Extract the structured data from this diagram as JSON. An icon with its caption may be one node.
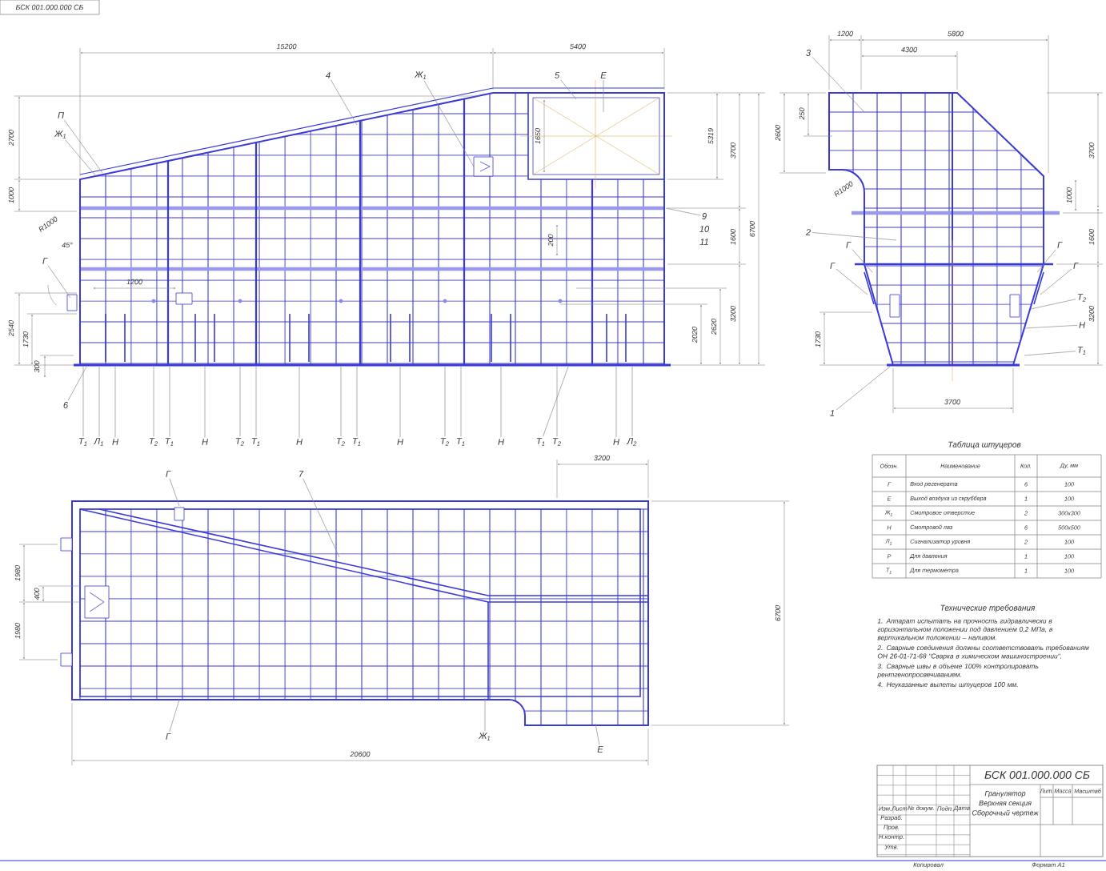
{
  "diagram": {
    "nodes": [
      {
        "text": [
          "4"
        ]
      },
      {
        "text": [
          "Ж$_{1}$"
        ]
      },
      {
        "text": [
          "5"
        ]
      },
      {
        "text": [
          "Е"
        ]
      },
      {
        "text": [
          "П"
        ]
      },
      {
        "text": [
          "Ж$_{1}$"
        ]
      },
      {
        "text": [
          "Г"
        ]
      },
      {
        "text": [
          "6"
        ]
      },
      {
        "text": [
          "9"
        ]
      },
      {
        "text": [
          "10"
        ]
      },
      {
        "text": [
          "11"
        ]
      },
      {
        "text": [
          "Т$_{1}$"
        ]
      },
      {
        "text": [
          "Л$_{1}$"
        ]
      },
      {
        "text": [
          "Н"
        ]
      },
      {
        "text": [
          "Т$_{2}$"
        ]
      },
      {
        "text": [
          "Т$_{1}$"
        ]
      },
      {
        "text": [
          "Н"
        ]
      },
      {
        "text": [
          "Т$_{2}$"
        ]
      },
      {
        "text": [
          "Т$_{1}$"
        ]
      },
      {
        "text": [
          "Н"
        ]
      },
      {
        "text": [
          "Т$_{2}$"
        ]
      },
      {
        "text": [
          "Т$_{1}$"
        ]
      },
      {
        "text": [
          "Н"
        ]
      },
      {
        "text": [
          "Т$_{2}$"
        ]
      },
      {
        "text": [
          "Т$_{1}$"
        ]
      },
      {
        "text": [
          "Н"
        ]
      },
      {
        "text": [
          "Т$_{1}$"
        ]
      },
      {
        "text": [
          "Т$_{2}$"
        ]
      },
      {
        "text": [
          "Н"
        ]
      },
      {
        "text": [
          "Л$_{2}$"
        ]
      },
      {
        "text": [
          "3"
        ]
      },
      {
        "text": [
          "2"
        ]
      },
      {
        "text": [
          "Г"
        ]
      },
      {
        "text": [
          "Г"
        ]
      },
      {
        "text": [
          "Г"
        ]
      },
      {
        "text": [
          "Г"
        ]
      },
      {
        "text": [
          "Т$_{2}$"
        ]
      },
      {
        "text": [
          "Н"
        ]
      },
      {
        "text": [
          "Т$_{1}$"
        ]
      },
      {
        "text": [
          "1"
        ]
      },
      {
        "text": [
          "Г"
        ]
      },
      {
        "text": [
          "7"
        ]
      },
      {
        "text": [
          "Г"
        ]
      },
      {
        "text": [
          "Ж$_{1}$"
        ]
      },
      {
        "text": [
          "Е"
        ]
      }
    ],
    "edges": [
      {
        "from": 0,
        "to": null,
        "arrow": "none"
      },
      {
        "from": 1,
        "to": null,
        "arrow": "none"
      },
      {
        "from": 2,
        "to": null,
        "arrow": "none"
      },
      {
        "from": 3,
        "to": null,
        "arrow": "none"
      },
      {
        "from": 4,
        "to": null,
        "arrow": "none"
      },
      {
        "from": 5,
        "to": null,
        "arrow": "none"
      },
      {
        "from": 6,
        "to": null,
        "arrow": "none"
      },
      {
        "from": 7,
        "to": null,
        "arrow": "none"
      },
      {
        "from": 8,
        "to": null,
        "arrow": "none"
      },
      {
        "from": 11,
        "to": null,
        "arrow": "none"
      },
      {
        "from": 12,
        "to": null,
        "arrow": "none"
      },
      {
        "from": 13,
        "to": null,
        "arrow": "none"
      },
      {
        "from": 14,
        "to": null,
        "arrow": "none"
      },
      {
        "from": 15,
        "to": null,
        "arrow": "none"
      },
      {
        "from": 16,
        "to": null,
        "arrow": "none"
      },
      {
        "from": 17,
        "to": null,
        "arrow": "none"
      },
      {
        "from": 18,
        "to": null,
        "arrow": "none"
      },
      {
        "from": 19,
        "to": null,
        "arrow": "none"
      },
      {
        "from": 20,
        "to": null,
        "arrow": "none"
      },
      {
        "from": 21,
        "to": null,
        "arrow": "none"
      },
      {
        "from": 22,
        "to": null,
        "arrow": "none"
      },
      {
        "from": 23,
        "to": null,
        "arrow": "none"
      },
      {
        "from": 24,
        "to": null,
        "arrow": "none"
      },
      {
        "from": 25,
        "to": null,
        "arrow": "none"
      },
      {
        "from": 26,
        "to": null,
        "arrow": "none"
      },
      {
        "from": 27,
        "to": null,
        "arrow": "none"
      },
      {
        "from": 28,
        "to": null,
        "arrow": "none"
      },
      {
        "from": 29,
        "to": null,
        "arrow": "none"
      },
      {
        "from": 30,
        "to": null,
        "arrow": "none"
      },
      {
        "from": 31,
        "to": null,
        "arrow": "none"
      },
      {
        "from": 32,
        "to": null,
        "arrow": "none"
      },
      {
        "from": 33,
        "to": null,
        "arrow": "none"
      },
      {
        "from": 34,
        "to": null,
        "arrow": "none"
      },
      {
        "from": 35,
        "to": null,
        "arrow": "none"
      },
      {
        "from": 36,
        "to": null,
        "arrow": "none"
      },
      {
        "from": 37,
        "to": null,
        "arrow": "none"
      },
      {
        "from": 38,
        "to": null,
        "arrow": "none"
      },
      {
        "from": 39,
        "to": null,
        "arrow": "none"
      },
      {
        "from": 40,
        "to": null,
        "arrow": "none"
      },
      {
        "from": 41,
        "to": null,
        "arrow": "none"
      },
      {
        "from": 42,
        "to": null,
        "arrow": "none"
      },
      {
        "from": 43,
        "to": null,
        "arrow": "none"
      },
      {
        "from": 44,
        "to": null,
        "arrow": "none"
      }
    ],
    "labels": [
      "БСК 001.000.000 СБ",
      "15200",
      "5400",
      "2700",
      "1000",
      "R1000",
      "45°",
      "1200",
      "2540",
      "1730",
      "300",
      "1650",
      "200",
      "5319",
      "3700",
      "1600",
      "6700",
      "2020",
      "2620",
      "3200",
      "1200",
      "5800",
      "4300",
      "2600",
      "250",
      "R1000",
      "3700",
      "1000",
      "1600",
      "3200",
      "1730",
      "3700",
      "3200",
      "1980",
      "400",
      "1980",
      "6700",
      "20600",
      "Таблица штуцеров",
      "Обозн.",
      "Наименование",
      "Кол.",
      "Ду, мм",
      "Г",
      "Вход регенерата",
      "6",
      "100",
      "Е",
      "Выход воздуха из скруббера",
      "1",
      "100",
      "Ж$_{1}$",
      "Смотровое отверстие",
      "2",
      "300x300",
      "Н",
      "Смотровой лаз",
      "6",
      "500x500",
      "Л$_{1}$",
      "Сигнализатор уровня",
      "2",
      "100",
      "Р",
      "Для давления",
      "1",
      "100",
      "Т$_{1}$",
      "Для термометра",
      "1",
      "100",
      "Технические требования",
      "1. Аппарат испытать на прочность гидравлически в горизонтальном положении под давлением 0,2 МПа, в вертикальном положении – наливом.",
      "2. Сварные соединения должны соответствовать требованиям ОН 26-01-71-68 \"Сварка в химическом машиностроении\".",
      "3. Сварные швы в объеме 100% контролировать рентгенопросвечиванием.",
      "4. Неуказанные вылеты штуцеров 100 мм.",
      "БСК 001.000.000 СБ",
      "Гранулятор",
      "Верхняя секция",
      "Сборочный чертеж",
      "Изм.",
      "Лист",
      "№ докум.",
      "Подп.",
      "Дата",
      "Разраб.",
      "Пров.",
      "Н.контр.",
      "Утв.",
      "Лит.",
      "Масса",
      "Масштаб",
      "Копировал",
      "Формат A1"
    ]
  }
}
